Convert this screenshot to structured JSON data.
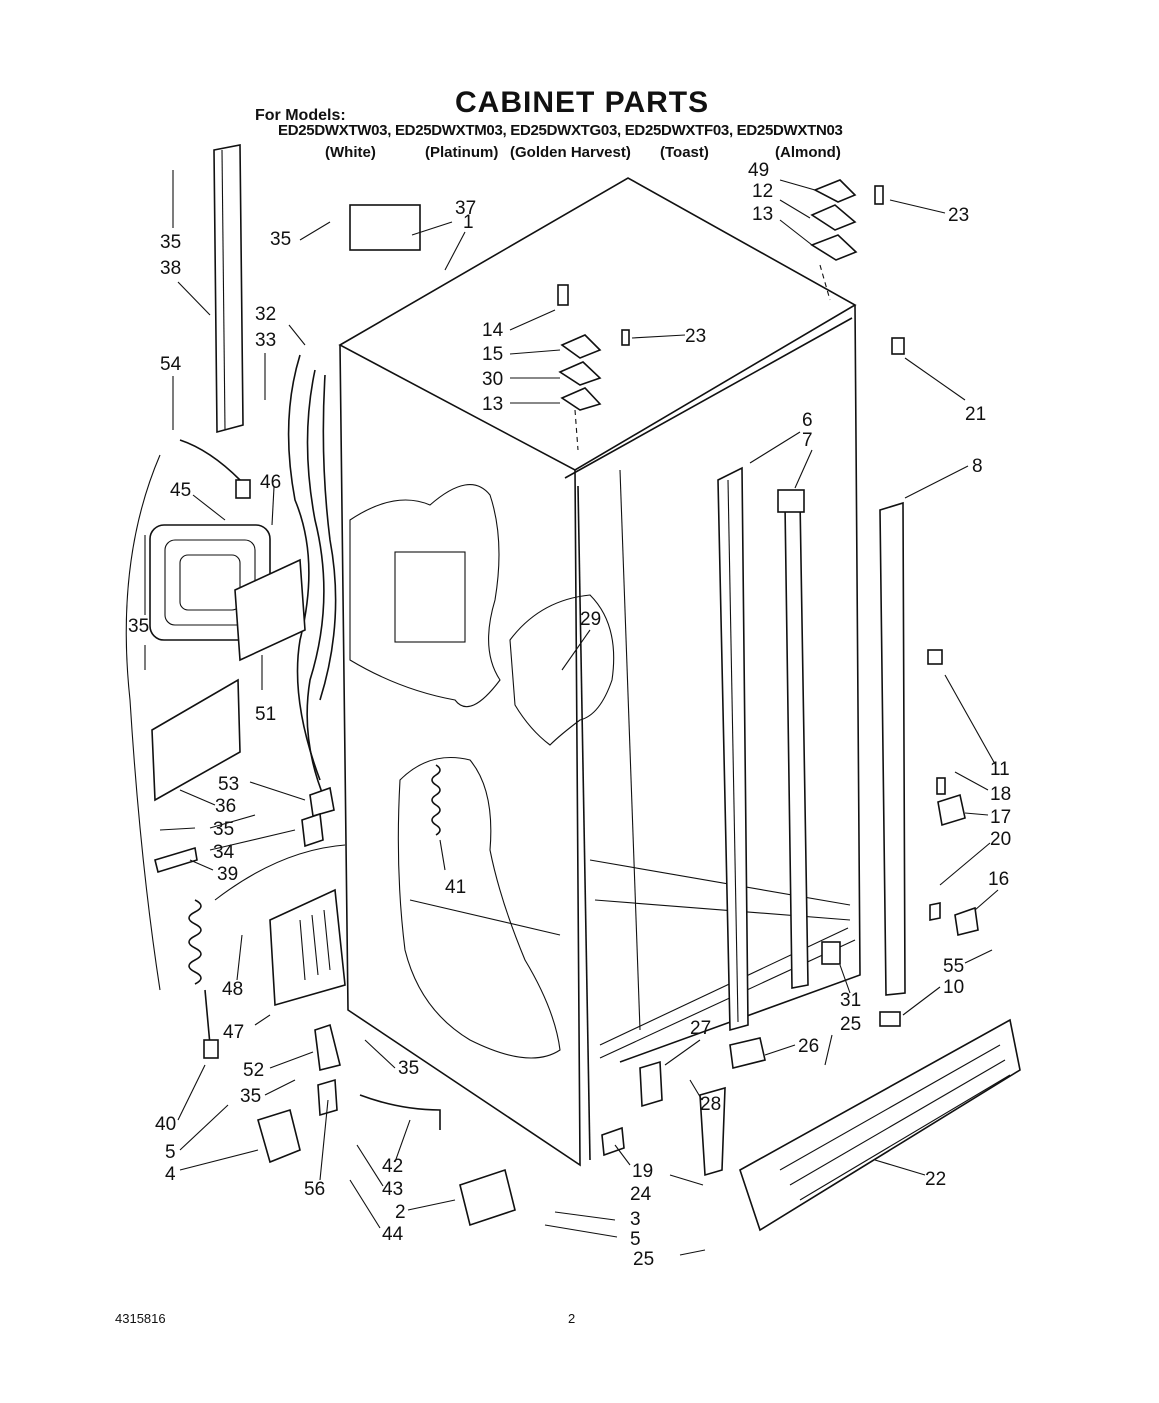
{
  "title": "CABINET PARTS",
  "for_models_label": "For Models:",
  "models": "ED25DWXTW03, ED25DWXTM03, ED25DWXTG03, ED25DWXTF03, ED25DWXTN03",
  "colors": [
    "(White)",
    "(Platinum)",
    "(Golden Harvest)",
    "(Toast)",
    "(Almond)"
  ],
  "callouts": {
    "c1": "1",
    "c2": "2",
    "c3": "3",
    "c4": "4",
    "c5a": "5",
    "c5b": "5",
    "c6": "6",
    "c7": "7",
    "c8": "8",
    "c10": "10",
    "c11": "11",
    "c12": "12",
    "c13a": "13",
    "c13b": "13",
    "c14": "14",
    "c15": "15",
    "c16": "16",
    "c17": "17",
    "c18": "18",
    "c19": "19",
    "c20": "20",
    "c21": "21",
    "c22": "22",
    "c23a": "23",
    "c23b": "23",
    "c24": "24",
    "c25a": "25",
    "c25b": "25",
    "c26": "26",
    "c27": "27",
    "c28": "28",
    "c29": "29",
    "c30": "30",
    "c31": "31",
    "c32": "32",
    "c33": "33",
    "c34": "34",
    "c35a": "35",
    "c35b": "35",
    "c35c": "35",
    "c35d": "35",
    "c35e": "35",
    "c35f": "35",
    "c36": "36",
    "c37": "37",
    "c38": "38",
    "c39": "39",
    "c40": "40",
    "c41": "41",
    "c42": "42",
    "c43": "43",
    "c44": "44",
    "c45": "45",
    "c46": "46",
    "c47": "47",
    "c48": "48",
    "c49": "49",
    "c51": "51",
    "c52": "52",
    "c53": "53",
    "c54": "54",
    "c55": "55",
    "c56": "56"
  },
  "footer": {
    "doc_number": "4315816",
    "page_number": "2"
  }
}
